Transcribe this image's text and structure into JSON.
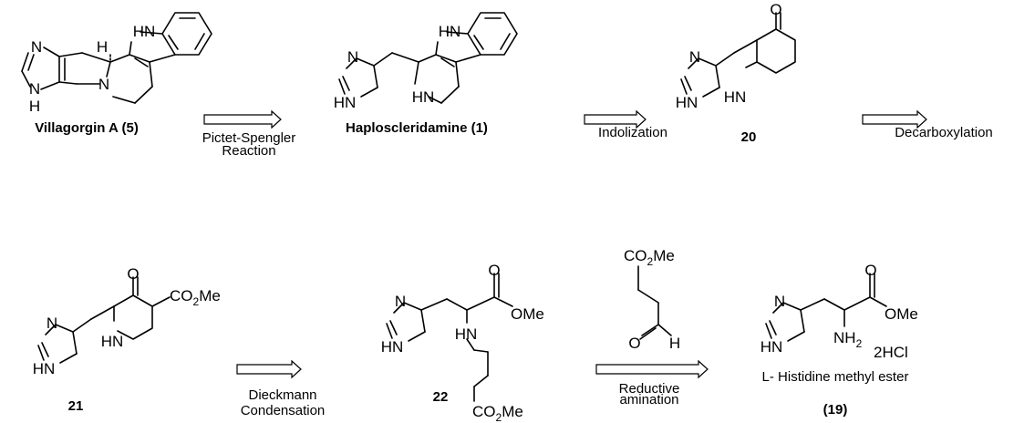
{
  "compounds": {
    "villagorgin": {
      "name": "Villagorgin A (5)",
      "atoms": {
        "hn_indole": "HN",
        "n_imid": "N",
        "h_stereo": "H",
        "n_ring": "N",
        "nh": "N",
        "h": "H"
      }
    },
    "haplo": {
      "name": "Haploscleridamine (1)",
      "atoms": {
        "hn_indole": "HN",
        "n_imid": "N",
        "hn_imid": "HN",
        "hn_pip": "HN"
      }
    },
    "c20": {
      "name": "20",
      "atoms": {
        "o": "O",
        "n_imid": "N",
        "hn_imid": "HN",
        "hn_pip": "HN"
      }
    },
    "c21": {
      "name": "21",
      "atoms": {
        "o": "O",
        "co2me": "CO",
        "co2me_sub": "2",
        "co2me_tail": "Me",
        "n_imid": "N",
        "hn_imid": "HN",
        "hn_pip": "HN"
      }
    },
    "c22": {
      "name": "22",
      "atoms": {
        "o": "O",
        "ome": "OMe",
        "n_imid": "N",
        "hn_imid": "HN",
        "hn": "HN",
        "co2me": "CO",
        "co2me_sub": "2",
        "co2me_tail": "Me"
      }
    },
    "reagent": {
      "atoms": {
        "co2me": "CO",
        "co2me_sub": "2",
        "co2me_tail": "Me",
        "o": "O",
        "h": "H"
      }
    },
    "c19": {
      "name": "L- Histidine methyl ester",
      "label": "(19)",
      "atoms": {
        "o": "O",
        "ome": "OMe",
        "n_imid": "N",
        "hn_imid": "HN",
        "nh2": "NH",
        "nh2_sub": "2",
        "salt": "2HCl"
      }
    }
  },
  "steps": {
    "pictet_1": "Pictet-Spengler",
    "pictet_2": "Reaction",
    "indolization": "Indolization",
    "decarboxylation": "Decarboxylation",
    "dieckmann_1": "Dieckmann",
    "dieckmann_2": "Condensation",
    "reductive_1": "Reductive",
    "reductive_2": "amination"
  }
}
